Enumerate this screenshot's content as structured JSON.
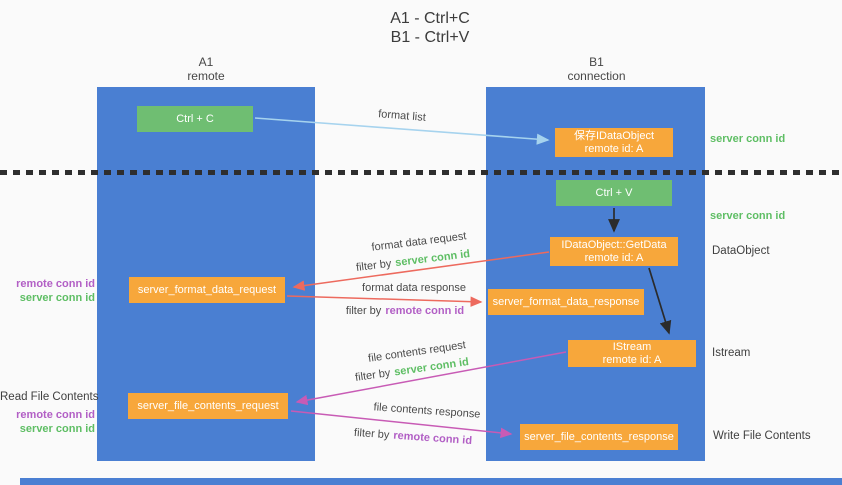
{
  "title": {
    "line1": "A1 - Ctrl+C",
    "line2": "B1 - Ctrl+V"
  },
  "lifelines": {
    "a1": {
      "name": "A1",
      "role": "remote"
    },
    "b1": {
      "name": "B1",
      "role": "connection"
    }
  },
  "nodes": {
    "ctrl_c": {
      "label": "Ctrl + C"
    },
    "ctrl_v": {
      "label": "Ctrl + V"
    },
    "save_dataobject": {
      "line1": "保存IDataObject",
      "line2": "remote id: A"
    },
    "getdata": {
      "line1": "IDataObject::GetData",
      "line2": "remote id: A"
    },
    "istream": {
      "line1": "IStream",
      "line2": "remote id: A"
    },
    "format_request": {
      "label": "server_format_data_request"
    },
    "format_response": {
      "label": "server_format_data_response"
    },
    "file_request": {
      "label": "server_file_contents_request"
    },
    "file_response": {
      "label": "server_file_contents_response"
    }
  },
  "labels": {
    "format_list": "format list",
    "format_data_request": "format data request",
    "format_data_response": "format data response",
    "file_contents_request": "file contents request",
    "file_contents_response": "file contents response",
    "filter_by": "filter by",
    "server_conn_id": "server conn id",
    "remote_conn_id": "remote conn id",
    "read_file_contents": "Read File Contents",
    "write_file_contents": "Write File Contents",
    "dataobject": "DataObject",
    "istream": "Istream"
  },
  "colors": {
    "lifeline_blue": "#4A7FD2",
    "box_green": "#6FBE72",
    "box_orange": "#F7A73B",
    "arrow_lightblue": "#A6D3EE",
    "arrow_black": "#2b2b2b",
    "arrow_red": "#ED6A5E",
    "arrow_magenta": "#C85BB5",
    "label_green": "#5EBE64",
    "label_purple": "#B25FC5",
    "text_dark": "#3f3f3f"
  }
}
